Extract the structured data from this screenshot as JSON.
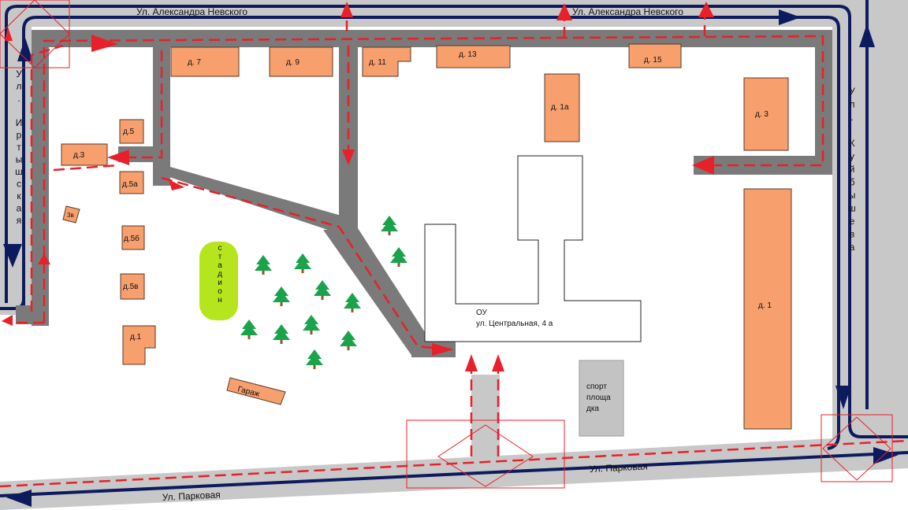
{
  "colors": {
    "road": "#c8c8c8",
    "driveway": "#7a7a7a",
    "traffic_line": "#0d1b5e",
    "pedestrian_route": "#e8202a",
    "house": "#f79f6d",
    "house_stroke": "#5a3a28",
    "stadium": "#b5e61d",
    "sports_ground": "#c3c3c3",
    "tree": "#1aa34a",
    "tree_trunk": "#8a5a2b",
    "crossing_box": "#e8202a"
  },
  "streets": {
    "nevsky_left": "Ул. Александра Невского",
    "nevsky_right": "Ул. Александра Невского",
    "irtyshskaya": "Ул. Иртышская",
    "kuibysheva": "Ул. Куйбышева",
    "parkovaya_right": "Ул. Парковая",
    "parkovaya_left": "Ул. Парковая"
  },
  "buildings": {
    "d7": "д. 7",
    "d9": "д. 9",
    "d11": "д. 11",
    "d13": "д. 13",
    "d15": "д. 15",
    "d1a": "д. 1а",
    "d3_right": "д. 3",
    "d1_right": "д. 1",
    "d5": "д.5",
    "d3_left": "д.3",
    "d5a": "д.5а",
    "d3v": "3в",
    "d5b": "д.5б",
    "d5v": "д.5в",
    "d1_left": "д.1",
    "garage": "Гараж"
  },
  "school": {
    "name": "ОУ",
    "address": "ул. Центральная, 4 а"
  },
  "stadium": "стадион",
  "sports_ground": {
    "line1": "спорт",
    "line2": "площа",
    "line3": "дка"
  },
  "icons": {
    "tree": "tree-icon",
    "traffic_arrow": "traffic-direction-arrow-icon",
    "route_arrow": "route-arrow-icon",
    "crossing": "crosswalk-marker-icon"
  }
}
